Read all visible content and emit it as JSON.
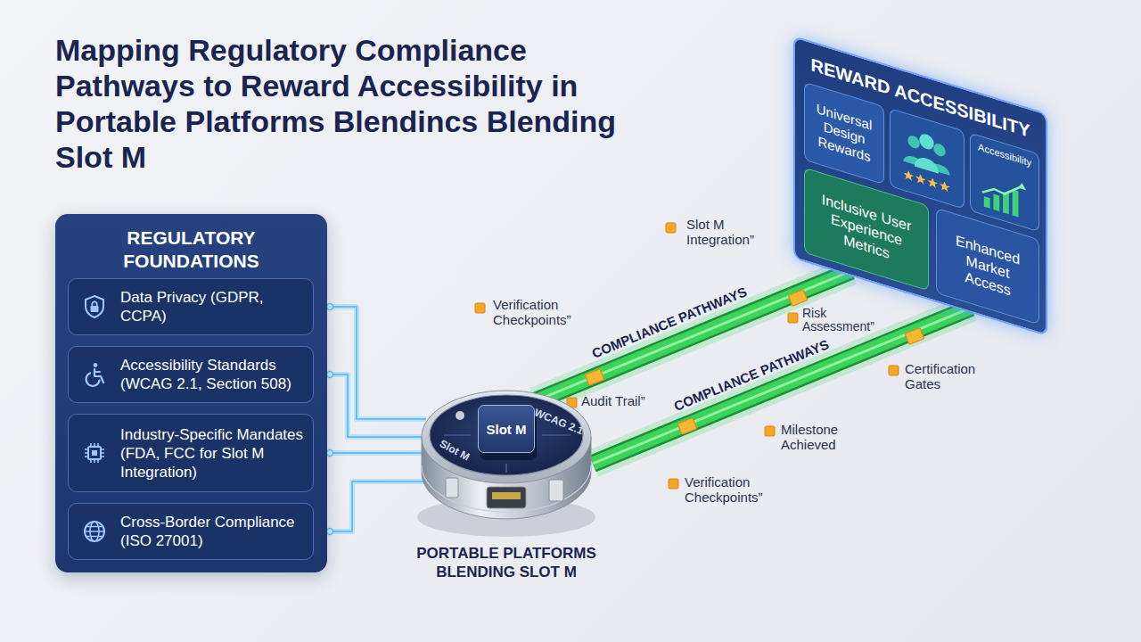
{
  "diagram": {
    "title": "Mapping Regulatory Compliance Pathways to Reward Accessibility in Portable Platforms Blendincs Blending Slot M",
    "nodes": [
      {
        "text": [
          "REGULATORY FOUNDATIONS"
        ]
      },
      {
        "text": [
          "Data Privacy (GDPR, CCPA)"
        ],
        "in": 0
      },
      {
        "text": [
          "Accessibility Standards (WCAG 2.1, Section 508)"
        ],
        "in": 0
      },
      {
        "text": [
          "Industry-Specific Mandates (FDA, FCC for Slot M Integration)"
        ],
        "in": 0
      },
      {
        "text": [
          "Cross-Border Compliance (ISO 27001)"
        ],
        "in": 0
      },
      {
        "text": [
          "WCAG 2.1",
          "Slot M",
          "PORTABLE PLATFORMS BLENDING SLOT M"
        ]
      },
      {
        "text": [
          "Slot M"
        ],
        "in": 5
      },
      {
        "text": [
          "REWARD ACCESSIBILITY"
        ]
      },
      {
        "text": [
          "Universal Design Rewards"
        ],
        "in": 7
      },
      {
        "text": [
          "Accessibility"
        ],
        "in": 7
      },
      {
        "text": [
          "Inclusive User Experience Metrics"
        ],
        "in": 7
      },
      {
        "text": [
          "Enhanced Market Access"
        ],
        "in": 7
      }
    ],
    "edges": [
      {
        "from": 1,
        "to": 5,
        "arrow": "none"
      },
      {
        "from": 2,
        "to": 5,
        "arrow": "none"
      },
      {
        "from": 3,
        "to": 5,
        "arrow": "none"
      },
      {
        "from": 4,
        "to": 5,
        "arrow": "none"
      },
      {
        "from": 5,
        "to": 7,
        "label": "COMPLIANCE PATHWAYS",
        "arrow": "none"
      },
      {
        "from": 5,
        "to": 7,
        "label": "COMPLIANCE PATHWAYS",
        "arrow": "none"
      }
    ],
    "labels": [
      "Slot M Integration”",
      "Verification Checkpoints”",
      "Risk Assessment”",
      "Audit Trail”",
      "Certification Gates",
      "Milestone Achieved",
      "Verification Checkpoints”"
    ]
  }
}
